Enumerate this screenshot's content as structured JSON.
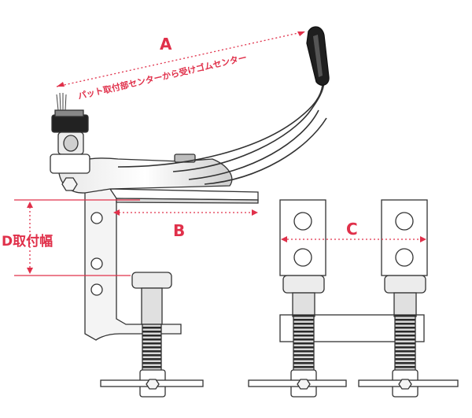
{
  "labels": {
    "A": "A",
    "A_caption": "パット取付部センターから受けゴムセンター",
    "B": "B",
    "C": "C",
    "D": "D取付幅"
  },
  "colors": {
    "dimension": "#e0304a",
    "outline": "#333333",
    "metal_light": "#f2f2f2",
    "metal_mid": "#cfcfcf",
    "dark": "#222222"
  }
}
